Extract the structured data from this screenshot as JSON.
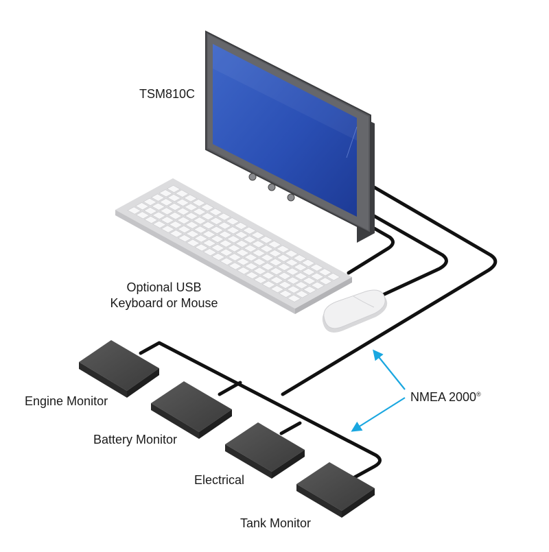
{
  "labels": {
    "monitor": "TSM810C",
    "keyboard_line1": "Optional USB",
    "keyboard_line2": "Keyboard or Mouse",
    "engine": "Engine Monitor",
    "battery": "Battery Monitor",
    "electrical": "Electrical",
    "tank": "Tank Monitor",
    "nmea": "NMEA 2000",
    "nmea_mark": "®"
  },
  "colors": {
    "screen": "#2a4fb4",
    "bezel": "#55565a",
    "cable": "#111111",
    "arrow": "#1aa7e0",
    "box_top": "#4a4a4a",
    "keyboard": "#e9e9ea"
  }
}
